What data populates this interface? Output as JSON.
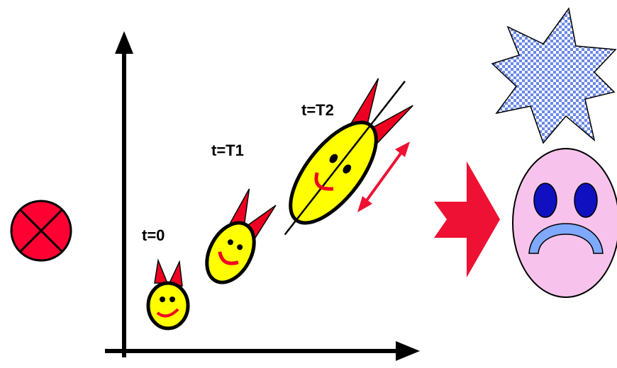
{
  "labels": {
    "t0": "t=0",
    "t1": "t=T1",
    "t2": "t=T2"
  },
  "colors": {
    "face_yellow": "#ffff00",
    "horn_red": "#ee0022",
    "outline": "#000000",
    "arrow_red": "#ee1133",
    "sad_face_pink": "#f7c3ec",
    "sad_eye_blue": "#1010c0",
    "sad_mouth_blue": "#7fa8ff",
    "burst_blue": "#6a88e6",
    "cross_circle_red": "#ff0033"
  },
  "icons": [
    "cross-circle-icon",
    "devil-face-icon",
    "explosion-burst-icon",
    "sad-face-icon",
    "right-arrow-icon",
    "double-arrow-icon"
  ]
}
